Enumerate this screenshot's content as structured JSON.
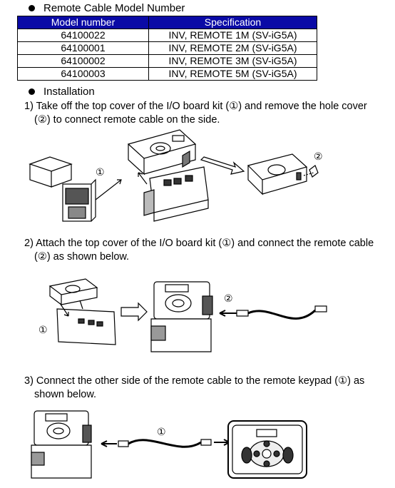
{
  "remote_cable": {
    "heading": "Remote Cable Model Number",
    "columns": [
      "Model number",
      "Specification"
    ],
    "rows": [
      [
        "64100022",
        "INV, REMOTE 1M (SV-iG5A)"
      ],
      [
        "64100001",
        "INV, REMOTE 2M (SV-iG5A)"
      ],
      [
        "64100002",
        "INV, REMOTE 3M (SV-iG5A)"
      ],
      [
        "64100003",
        "INV, REMOTE 5M (SV-iG5A)"
      ]
    ]
  },
  "installation": {
    "heading": "Installation",
    "steps": [
      {
        "line1": "1) Take off the top cover of the I/O board kit (①) and remove the hole cover",
        "line2": "(②) to connect remote cable on the side."
      },
      {
        "line1": "2) Attach the top cover of the I/O board kit (①) and connect the remote cable",
        "line2": "(②) as shown below."
      },
      {
        "line1": "3) Connect the other side of the remote cable to the remote keypad (①) as",
        "line2": "shown below."
      }
    ],
    "callouts": {
      "one": "①",
      "two": "②"
    }
  }
}
